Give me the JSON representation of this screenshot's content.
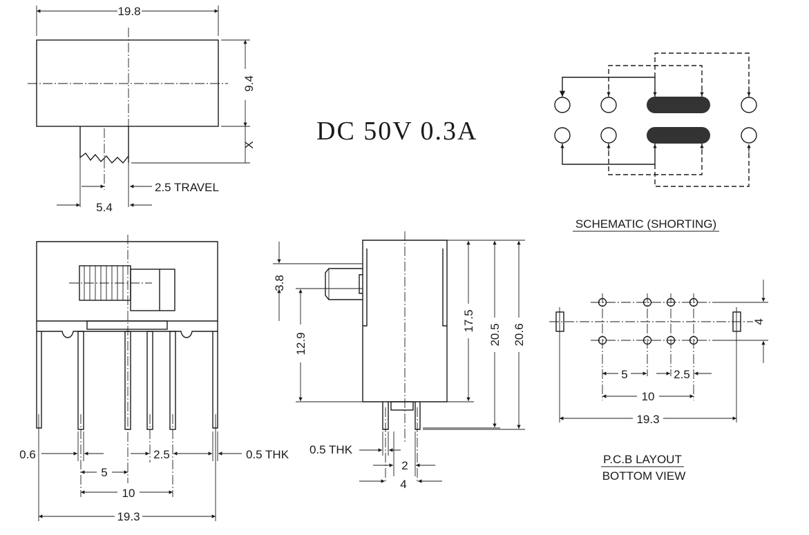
{
  "rating": "DC 50V 0.3A",
  "top_view": {
    "width": "19.8",
    "height": "9.4",
    "x": "X",
    "travel": "2.5 TRAVEL",
    "knob": "5.4"
  },
  "front_view": {
    "d1": "0.6",
    "thk": "0.5 THK",
    "pitch_small": "2.5",
    "pitch_5": "5",
    "pitch_10": "10",
    "overall": "19.3"
  },
  "side_view": {
    "d_3_8": "3.8",
    "d_12_9": "12.9",
    "d_17_5": "17.5",
    "d_20_5": "20.5",
    "d_20_6": "20.6",
    "thk": "0.5 THK",
    "d_2": "2",
    "d_4": "4"
  },
  "schematic": {
    "caption": "SCHEMATIC (SHORTING)"
  },
  "pcb": {
    "d_4": "4",
    "d_5": "5",
    "d_2_5": "2.5",
    "d_10": "10",
    "d_19_3": "19.3",
    "caption_1": "P.C.B LAYOUT",
    "caption_2": "BOTTOM VIEW"
  }
}
